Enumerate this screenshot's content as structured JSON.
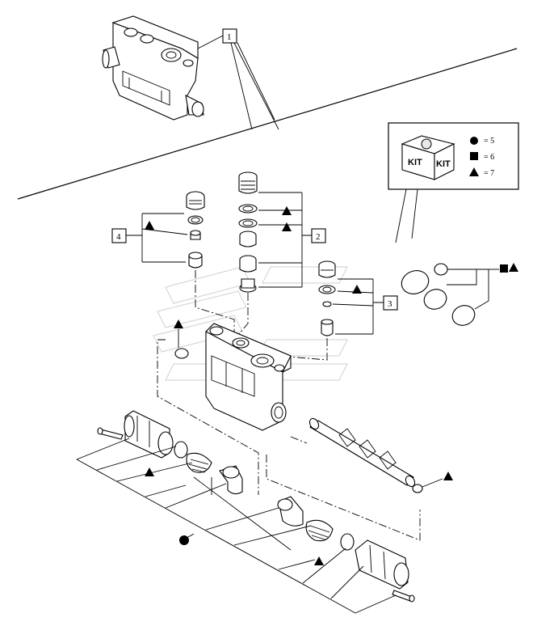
{
  "callouts": {
    "c1": "1",
    "c2": "2",
    "c3": "3",
    "c4": "4"
  },
  "legend": {
    "kit_word_1": "KIT",
    "kit_word_2": "KIT",
    "entries": [
      {
        "symbol": "circle",
        "text": "= 5"
      },
      {
        "symbol": "square",
        "text": "= 6"
      },
      {
        "symbol": "triangle",
        "text": "= 7"
      }
    ]
  },
  "icons": {
    "kit_box": "kit-box-icon",
    "circle": "circle-symbol-icon",
    "square": "square-symbol-icon",
    "triangle": "triangle-symbol-icon"
  }
}
